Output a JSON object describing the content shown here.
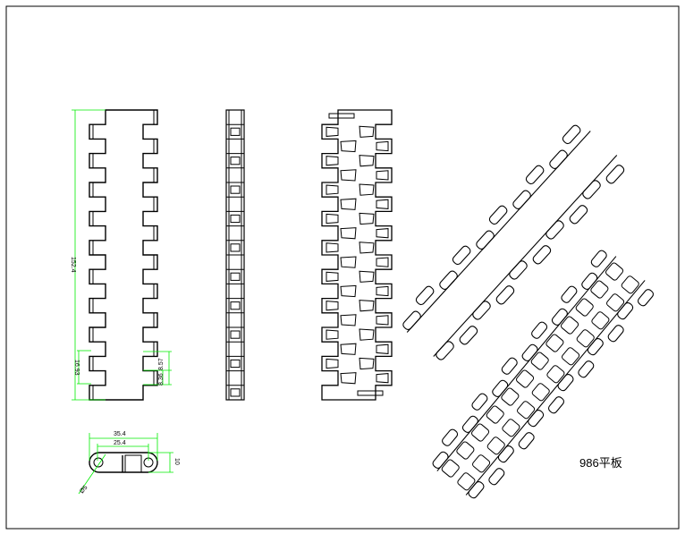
{
  "title": "986平板",
  "colors": {
    "line": "#000000",
    "dimension": "#00ee00",
    "background": "#ffffff"
  },
  "dimensions": {
    "overall_length": "152.4",
    "pitch": "16.93",
    "tooth_a": "8.36",
    "tooth_b": "8.57",
    "overall_width": "35.4",
    "hole_spacing": "25.4",
    "thickness": "10",
    "hole_diameter": "Ø5"
  }
}
